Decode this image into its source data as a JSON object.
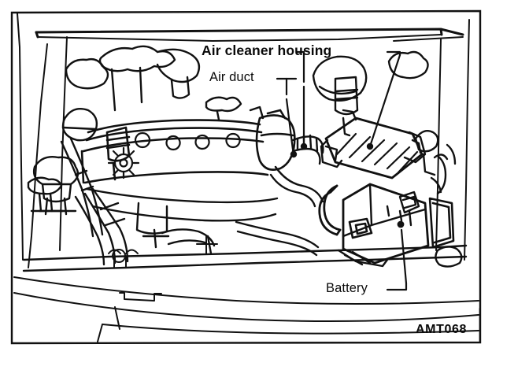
{
  "figure": {
    "kind": "engine-compartment-line-diagram",
    "code": "AMT068",
    "frame_color": "#111111",
    "line_color": "#111111",
    "background_color": "#ffffff",
    "labels": [
      {
        "id": "air-cleaner-housing",
        "text": "Air cleaner housing",
        "weight": "bold",
        "leader": "right-down-to-dot"
      },
      {
        "id": "air-duct",
        "text": "Air duct",
        "weight": "regular",
        "leader": "right-down-to-dot"
      },
      {
        "id": "battery",
        "text": "Battery",
        "weight": "regular",
        "leader": "right-up-to-dot"
      }
    ]
  }
}
